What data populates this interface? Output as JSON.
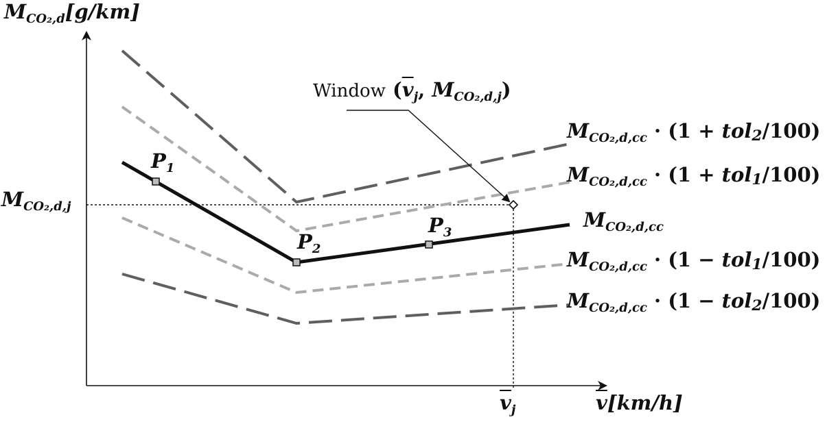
{
  "y_axis": {
    "symbol": "M",
    "subscript": "CO₂,d",
    "unit": "[g/km]"
  },
  "x_axis": {
    "symbol": "v",
    "unit": "[km/h]"
  },
  "y_tick": {
    "symbol": "M",
    "subscript": "CO₂,d,j"
  },
  "x_tick": {
    "symbol": "v",
    "subscript": "j"
  },
  "points": [
    {
      "symbol": "P",
      "subscript": "1"
    },
    {
      "symbol": "P",
      "subscript": "2"
    },
    {
      "symbol": "P",
      "subscript": "3"
    }
  ],
  "window_label": {
    "word": "Window",
    "open": "(",
    "v": "v",
    "v_sub": "j",
    "sep": ", ",
    "m": "M",
    "m_sub": "CO₂,d,j",
    "close": ")"
  },
  "curve_labels": [
    {
      "symbol": "M",
      "subscript": "CO₂,d,cc",
      "factor": " · (1 + ",
      "tol": "tol",
      "tol_sub": "2",
      "tail": "/100)"
    },
    {
      "symbol": "M",
      "subscript": "CO₂,d,cc",
      "factor": " · (1 + ",
      "tol": "tol",
      "tol_sub": "1",
      "tail": "/100)"
    },
    {
      "symbol": "M",
      "subscript": "CO₂,d,cc",
      "factor": "",
      "tol": "",
      "tol_sub": "",
      "tail": ""
    },
    {
      "symbol": "M",
      "subscript": "CO₂,d,cc",
      "factor": " · (1 − ",
      "tol": "tol",
      "tol_sub": "1",
      "tail": "/100)"
    },
    {
      "symbol": "M",
      "subscript": "CO₂,d,cc",
      "factor": " · (1 − ",
      "tol": "tol",
      "tol_sub": "2",
      "tail": "/100)"
    }
  ],
  "colors": {
    "main": "#111111",
    "tol1": "#aaaaaa",
    "tol2": "#5f5f5f"
  }
}
